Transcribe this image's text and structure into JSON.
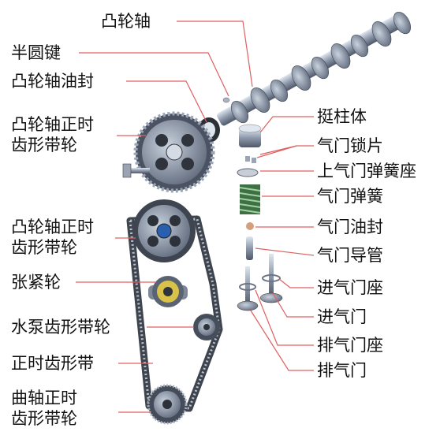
{
  "labels": {
    "camshaft": "凸轮轴",
    "half_round_key": "半圆键",
    "camshaft_oil_seal": "凸轮轴油封",
    "cam_timing_pulley_top_l1": "凸轮轴正时",
    "cam_timing_pulley_top_l2": "齿形带轮",
    "cam_timing_pulley_l1": "凸轮轴正时",
    "cam_timing_pulley_l2": "齿形带轮",
    "tensioner": "张紧轮",
    "water_pump_pulley": "水泵齿形带轮",
    "timing_belt": "正时齿形带",
    "crank_pulley_l1": "曲轴正时",
    "crank_pulley_l2": "齿形带轮",
    "tappet": "挺柱体",
    "valve_lock": "气门锁片",
    "upper_spring_seat": "上气门弹簧座",
    "valve_spring": "气门弹簧",
    "valve_oil_seal": "气门油封",
    "valve_guide": "气门导管",
    "intake_valve_seat": "进气门座",
    "intake_valve": "进气门",
    "exhaust_valve_seat": "排气门座",
    "exhaust_valve": "排气门"
  },
  "colors": {
    "leader_line": "#e06060",
    "metal": "#8b96a8",
    "belt": "#4a4f58"
  }
}
